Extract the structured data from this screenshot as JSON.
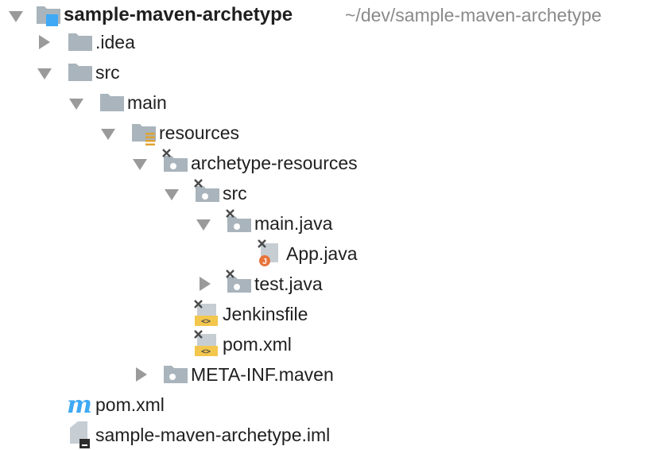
{
  "project": {
    "name": "sample-maven-archetype",
    "path": "~/dev/sample-maven-archetype"
  },
  "tree": {
    "idea": ".idea",
    "src": "src",
    "main": "main",
    "resources": "resources",
    "archetype_resources": "archetype-resources",
    "ar_src": "src",
    "main_java": "main.java",
    "app_java": "App.java",
    "test_java": "test.java",
    "jenkinsfile": "Jenkinsfile",
    "inner_pom": "pom.xml",
    "meta_inf": "META-INF.maven",
    "root_pom": "pom.xml",
    "iml": "sample-maven-archetype.iml"
  },
  "icons": {
    "folder": "folder-icon",
    "module": "module-folder-icon",
    "resources": "resources-folder-icon",
    "excluded": "excluded-folder-icon",
    "java": "java-class-icon",
    "xml": "xml-file-icon",
    "maven": "maven-icon",
    "iml": "iml-file-icon"
  },
  "colors": {
    "folder": "#a9b4bc",
    "module_badge": "#3fa9f5",
    "xml_badge": "#f3c64c",
    "java_badge": "#e8743b",
    "maven": "#3fa9f5",
    "arrow": "#9a9a9a",
    "path_text": "#8a8a8a"
  }
}
